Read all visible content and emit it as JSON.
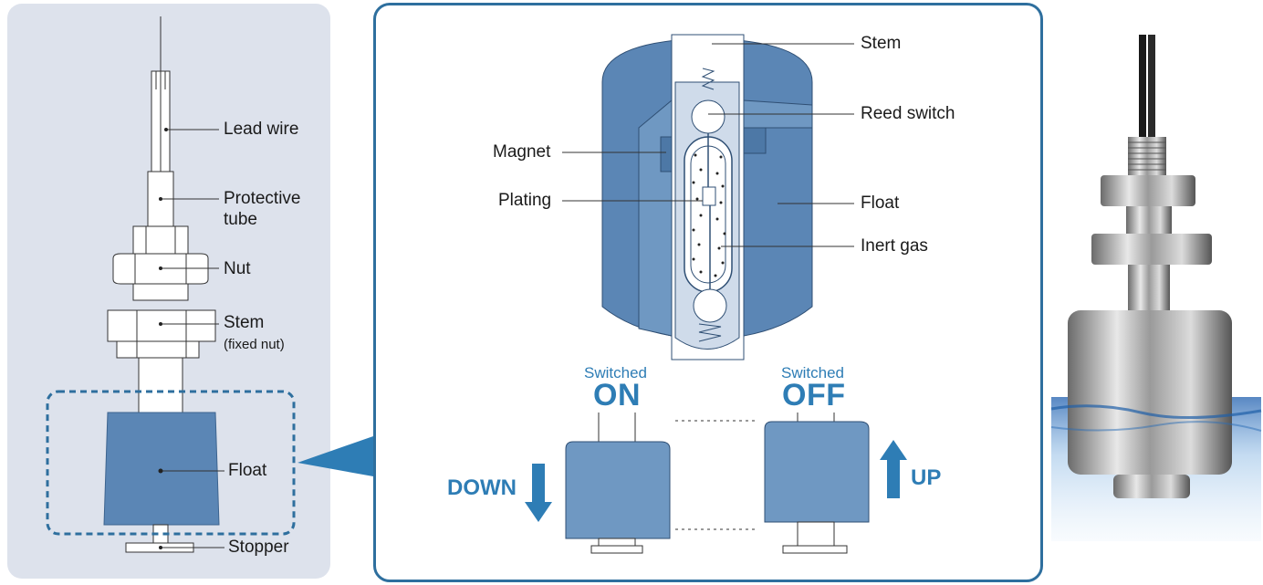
{
  "left": {
    "labels": {
      "lead_wire": "Lead wire",
      "protective_tube_1": "Protective",
      "protective_tube_2": "tube",
      "nut": "Nut",
      "stem": "Stem",
      "stem_note": "(fixed nut)",
      "float": "Float",
      "stopper": "Stopper"
    }
  },
  "center": {
    "labels": {
      "stem": "Stem",
      "reed_switch": "Reed switch",
      "magnet": "Magnet",
      "plating": "Plating",
      "float": "Float",
      "inert_gas": "Inert gas"
    },
    "on_state": {
      "caption": "Switched",
      "status": "ON",
      "direction": "DOWN"
    },
    "off_state": {
      "caption": "Switched",
      "status": "OFF",
      "direction": "UP"
    }
  },
  "colors": {
    "float_blue": "#5b86b5",
    "accent_blue": "#2e7db5",
    "panel_gray": "#dde2ec",
    "border_blue": "#2e6f9e"
  }
}
